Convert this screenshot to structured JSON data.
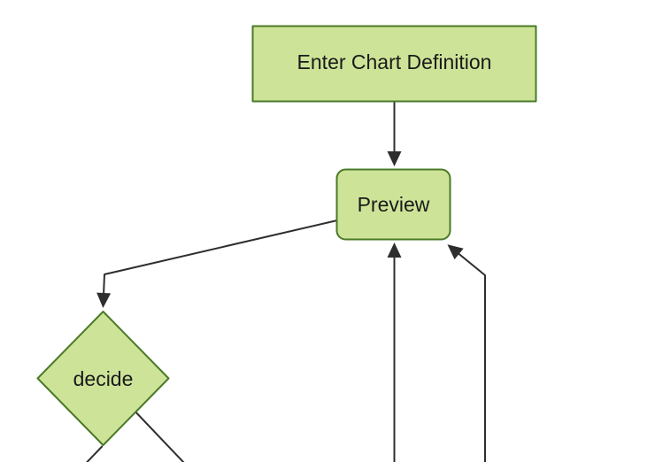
{
  "diagram": {
    "type": "flowchart",
    "direction": "top-down",
    "nodes": [
      {
        "id": "A",
        "label": "Enter Chart Definition",
        "shape": "rectangle"
      },
      {
        "id": "B",
        "label": "Preview",
        "shape": "rounded-rectangle"
      },
      {
        "id": "C",
        "label": "decide",
        "shape": "diamond"
      }
    ],
    "edges": [
      {
        "from": "A",
        "to": "B",
        "arrow": true
      },
      {
        "from": "B",
        "to": "C",
        "arrow": true
      },
      {
        "from": "C",
        "to": "offscreen-bottom-left",
        "arrow": false
      },
      {
        "from": "C",
        "to": "offscreen-bottom-right",
        "arrow": false
      },
      {
        "from": "offscreen-bottom-center",
        "to": "B",
        "arrow": true
      },
      {
        "from": "offscreen-bottom-right",
        "to": "B",
        "arrow": true
      }
    ],
    "colors": {
      "node_fill": "#cde498",
      "node_stroke": "#4a7a28",
      "edge": "#2e2e2e",
      "label": "#1a1a1a",
      "background": "#ffffff"
    }
  }
}
